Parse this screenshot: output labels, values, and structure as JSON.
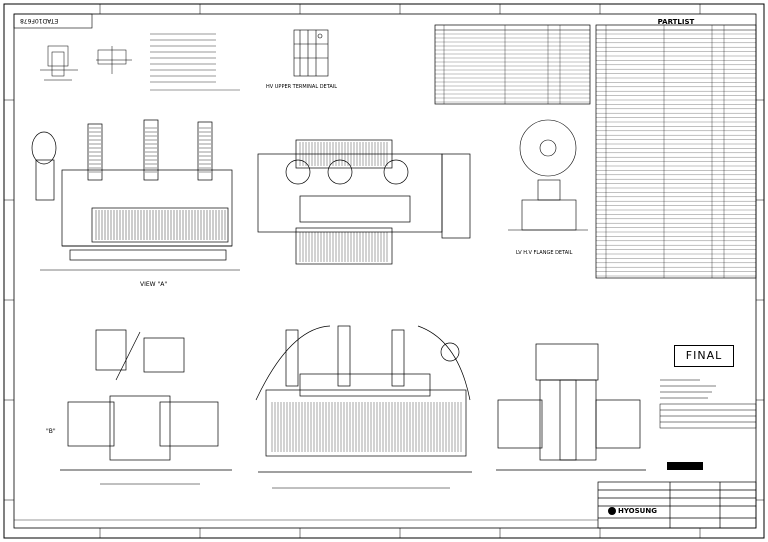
{
  "sheet": {
    "partlist_title": "PARTLIST",
    "final_stamp": "FINAL",
    "view_a_label": "VIEW \"A\"",
    "arrow_b_label": "\"B\"",
    "hv_terminal_label": "HV UPPER TERMINAL DETAIL",
    "flange_label": "LV H.V FLANGE DETAIL",
    "company": "HYOSUNG",
    "corner_mark": "ETAD10F678"
  }
}
